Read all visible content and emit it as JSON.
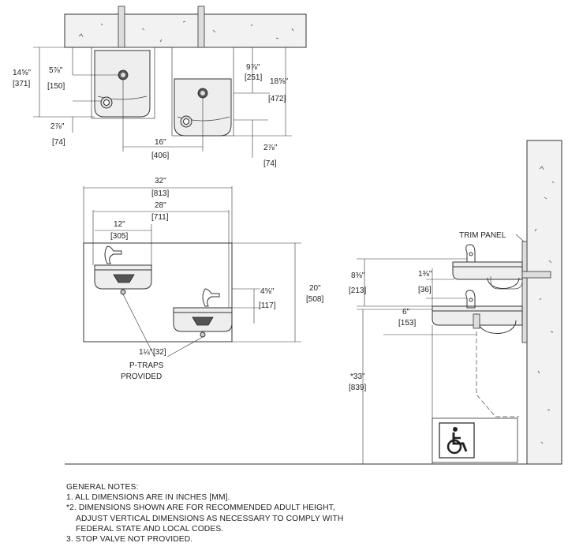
{
  "dimensions": {
    "top_left_height_in": "14⅝\"",
    "top_left_height_mm": "[371]",
    "top_spout_left_in": "5⅞\"",
    "top_spout_left_mm": "[150]",
    "top_spout_right_in": "9⅞\"",
    "top_spout_right_mm": "[251]",
    "top_right_height_in": "18⅝\"",
    "top_right_height_mm": "[472]",
    "top_drop_left_in": "2⅞\"",
    "top_drop_left_mm": "[74]",
    "top_drop_right_in": "2⅞\"",
    "top_drop_right_mm": "[74]",
    "top_spacing_in": "16\"",
    "top_spacing_mm": "[406]",
    "front_width_in": "32\"",
    "front_width_mm": "[813]",
    "front_inner_width_in": "28\"",
    "front_inner_width_mm": "[711]",
    "front_unit_width_in": "12\"",
    "front_unit_width_mm": "[305]",
    "front_height_in": "20\"",
    "front_height_mm": "[508]",
    "front_step_in": "4⅝\"",
    "front_step_mm": "[117]",
    "ptrap_in": "1¼\"",
    "ptrap_mm": "[32]",
    "side_offset_in": "8⅜\"",
    "side_offset_mm": "[213]",
    "side_spout_in": "1⅜\"",
    "side_spout_mm": "[36]",
    "side_depth_in": "6\"",
    "side_depth_mm": "[153]",
    "side_height_in": "*33\"",
    "side_height_mm": "[839]"
  },
  "labels": {
    "ptraps_line1": "P-TRAPS",
    "ptraps_line2": "PROVIDED",
    "trim_panel": "TRIM PANEL"
  },
  "notes": {
    "heading": "GENERAL NOTES:",
    "note1": "1. ALL DIMENSIONS ARE IN INCHES [MM].",
    "note2_line1": "*2. DIMENSIONS SHOWN ARE FOR RECOMMENDED ADULT HEIGHT,",
    "note2_line2": "ADJUST VERTICAL DIMENSIONS AS NECESSARY TO COMPLY WITH",
    "note2_line3": "FEDERAL STATE AND LOCAL CODES.",
    "note3": "3. STOP VALVE NOT PROVIDED."
  },
  "icons": {
    "accessibility": "wheelchair-icon"
  }
}
